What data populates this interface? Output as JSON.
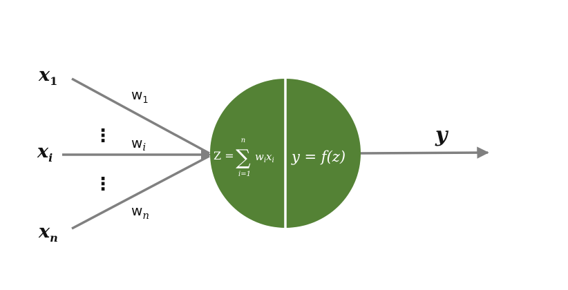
{
  "inputs": [
    {
      "symbol": "x",
      "subscript": "1",
      "weight": "w",
      "weight_subscript": "1"
    },
    {
      "symbol": "x",
      "subscript": "i",
      "weight": "w",
      "weight_subscript": "i"
    },
    {
      "symbol": "x",
      "subscript": "n",
      "weight": "w",
      "weight_subscript": "n"
    }
  ],
  "ellipsis": "⋮",
  "neuron": {
    "color": "#548235",
    "sum_lhs": "Z =",
    "sum_symbol": "∑",
    "sum_upper": "n",
    "sum_lower": "i=1",
    "sum_term_w": "w",
    "sum_term_w_sub": "i",
    "sum_term_x": "x",
    "sum_term_x_sub": "i",
    "activation": "y = f(z)"
  },
  "output": {
    "symbol": "y"
  },
  "colors": {
    "edge": "#808080",
    "divider": "#ffffff"
  }
}
